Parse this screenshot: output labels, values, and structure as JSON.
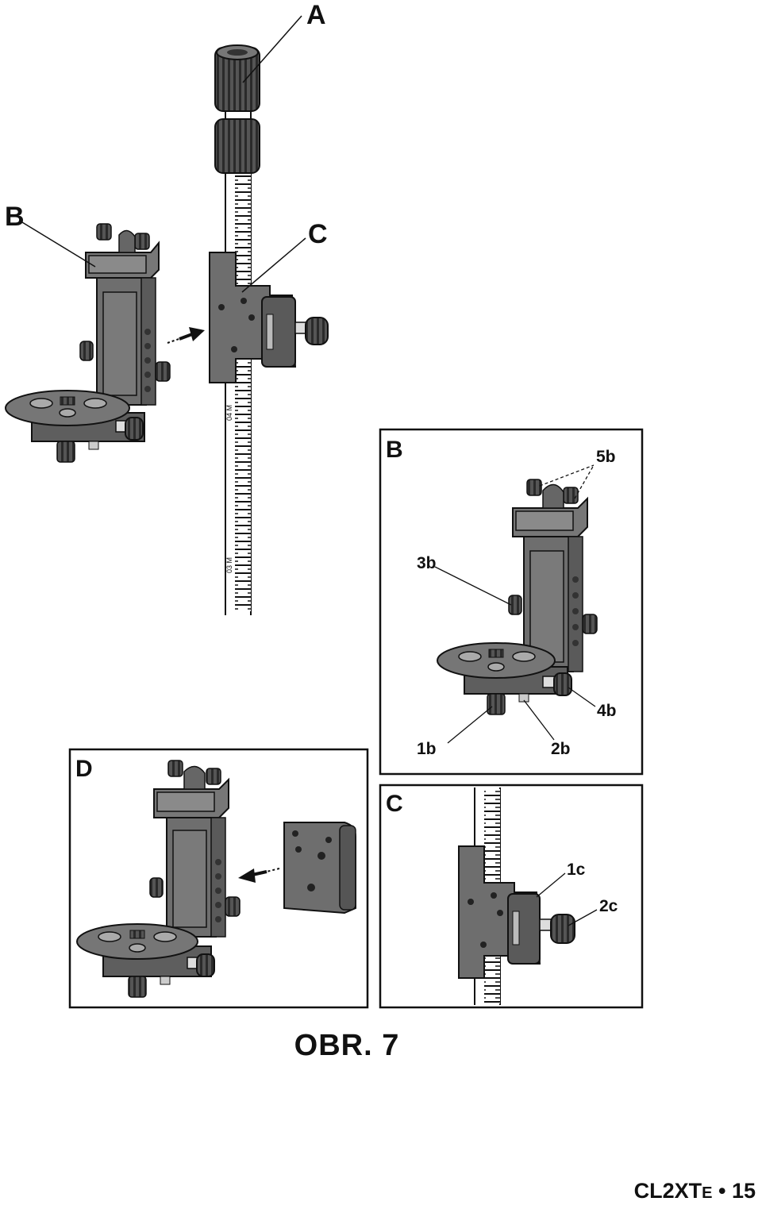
{
  "figure": {
    "caption": "OBR. 7",
    "main_labels": {
      "A": "A",
      "B": "B",
      "C": "C"
    },
    "panel_B": {
      "title": "B",
      "callouts": [
        "5b",
        "3b",
        "4b",
        "1b",
        "2b"
      ]
    },
    "panel_C": {
      "title": "C",
      "callouts": [
        "1c",
        "2c"
      ]
    },
    "panel_D": {
      "title": "D"
    }
  },
  "footer": {
    "model_prefix": "CL2XT",
    "model_suffix": "E",
    "separator": "•",
    "page_number": "15"
  },
  "colors": {
    "metal": "#6e6e6e",
    "metal_dark": "#3e3e3e",
    "line": "#111111",
    "background": "#ffffff"
  }
}
